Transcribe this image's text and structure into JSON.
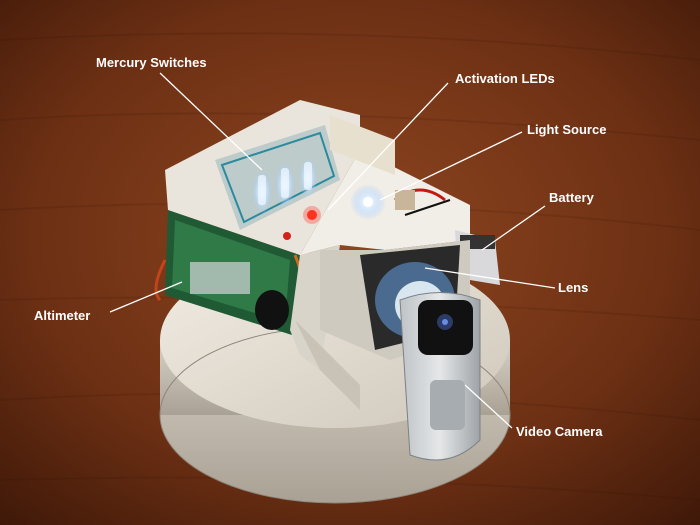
{
  "image": {
    "background_color": "#7a3a17",
    "labels": [
      "Mercury Switches",
      "Activation LEDs",
      "Light Source",
      "Battery",
      "Lens",
      "Altimeter",
      "Video Camera"
    ]
  }
}
